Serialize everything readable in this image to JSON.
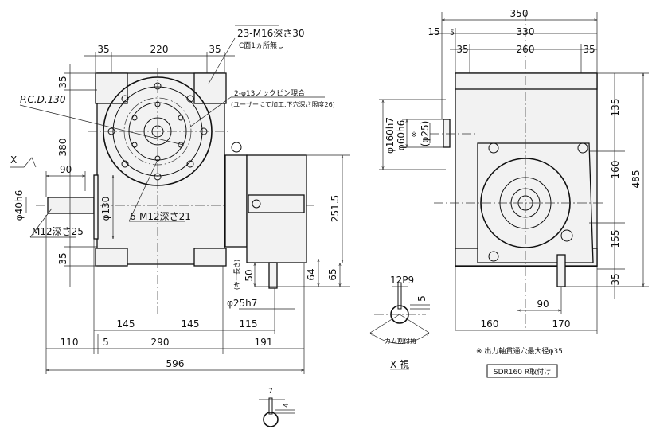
{
  "title_box": "SDR160  R取付け",
  "note": "※ 出力軸貫通穴最大径φ35",
  "front_view": {
    "top_dims": [
      "35",
      "220",
      "35"
    ],
    "left_dims": [
      "35",
      "380",
      "35"
    ],
    "shaft_length": "90",
    "shaft_dia": "φ40h6",
    "shaft_tap": "M12深さ25",
    "flange_dia": "φ130",
    "pcd": "P.C.D.130",
    "tapped_holes": "6-M12深さ21",
    "mount_holes": "23-M16深さ30",
    "mount_holes_note": "C面1ヵ所無し",
    "knock_pins": "2-φ13ノックピン現合",
    "knock_pins_note": "(ユーザーにて加工.下穴深さ限度26)",
    "height_dim": "251.5",
    "key_label": "(キー長さ)",
    "key_length": "50",
    "dim_64": "64",
    "dim_65": "65",
    "output_shaft_dia": "φ25h7",
    "bottom_row1": [
      "145",
      "145",
      "115"
    ],
    "bottom_row2": [
      "110",
      "5",
      "290",
      "191"
    ],
    "overall": "596",
    "view_arrow": "X"
  },
  "side_view": {
    "top_dims": [
      "350",
      "15",
      "5",
      "330",
      "35",
      "260",
      "35"
    ],
    "right_dims": [
      "135",
      "160",
      "155",
      "35"
    ],
    "overall_height": "485",
    "pilot_dia": "φ160h7",
    "hub_dia": "φ60h6",
    "bore_mark": "※",
    "bore_dia": "(φ25)",
    "bottom_dims": [
      "90",
      "160",
      "170"
    ]
  },
  "x_view": {
    "keyway": "12P9",
    "depth": "5",
    "angle_label": "カム割付角",
    "caption": "X  視"
  },
  "small_detail": {
    "width": "7",
    "depth": "4"
  }
}
